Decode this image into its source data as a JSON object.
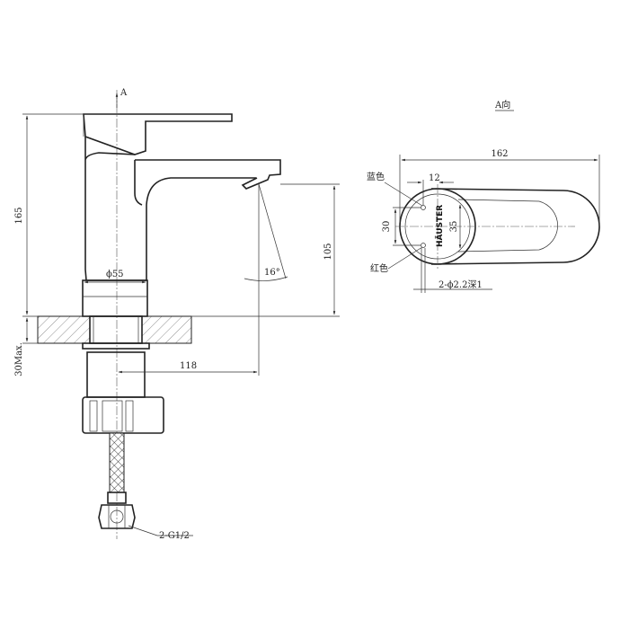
{
  "view_label": "A",
  "view_title": "A向",
  "dimensions": {
    "height_total": "165",
    "base_diameter": "ϕ55",
    "spout_height": "105",
    "angle": "16°",
    "counter_thickness": "30Max.",
    "reach": "118",
    "hose_thread": "2-G1/2",
    "top_length": "162",
    "indicator_offset": "12",
    "handle_width_a": "30",
    "handle_width_b": "35",
    "holes": "2-ϕ2.2深1"
  },
  "indicators": {
    "blue": "蓝色",
    "red": "红色"
  },
  "brand": "HÄUSTER"
}
